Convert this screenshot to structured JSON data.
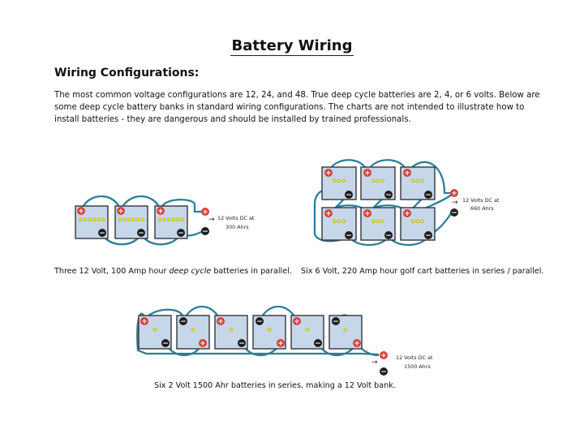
{
  "title": "Battery Wiring",
  "subtitle": "Wiring Configurations:",
  "intro": "The most common voltage configurations are 12, 24, and 48. True deep cycle batteries are 2, 4, or 6 volts. Below are some deep cycle battery banks in standard wiring configurations. The charts are not intended to illustrate how to install batteries - they are dangerous and should be installed by trained professionals.",
  "colors": {
    "battery_fill": "#c7d7ea",
    "battery_stroke": "#33363c",
    "wire": "#2a7f98",
    "positive_terminal": "#d3423a",
    "negative_terminal": "#1e1e1e",
    "cell_dot": "#e5e02a"
  },
  "symbols": {
    "positive": "+",
    "negative": "−",
    "arrow": "→"
  },
  "diagrams": {
    "parallel": {
      "caption_pre": "Three 12 Volt, 100 Amp hour ",
      "caption_em": "deep cycle",
      "caption_post": " batteries in parallel.",
      "output_line1": "12 Volts DC at",
      "output_line2": "300 Ahrs"
    },
    "series_parallel": {
      "caption": "Six 6 Volt, 220 Amp hour golf cart batteries in series / parallel.",
      "output_line1": "12 Volts DC at",
      "output_line2": "660 Ahrs"
    },
    "series": {
      "caption": "Six 2 Volt 1500 Ahr batteries in series, making a 12 Volt bank.",
      "output_line1": "12 Volts DC at",
      "output_line2": "1500 Ahrs"
    }
  }
}
